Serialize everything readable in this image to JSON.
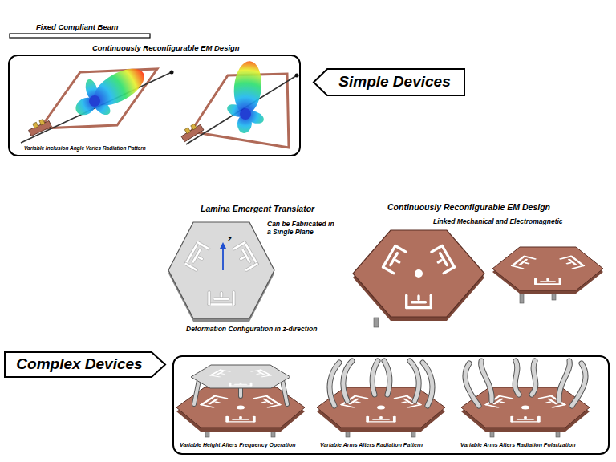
{
  "diagram": {
    "nodes": [
      {
        "text": [
          "Continuously Reconfigurable EM Design",
          "Variable Inclusion Angle Varies Radiation Pattern"
        ]
      },
      {
        "text": [
          "Simple Devices"
        ]
      },
      {
        "text": [
          "Complex Devices"
        ]
      },
      {
        "text": [
          "Variable Height Alters Frequency Operation",
          "Variable Arms Alters Radiation Pattern",
          "Variable Arms Alters Radiation Polarization"
        ]
      }
    ],
    "labels": [
      "Fixed Compliant Beam",
      "Lamina Emergent Translator",
      "Can be Fabricated in a Single Plane",
      "z",
      "Deformation Configuration in z-direction",
      "Continuously Reconfigurable EM Design",
      "Linked Mechanical and Electromagnetic"
    ]
  }
}
